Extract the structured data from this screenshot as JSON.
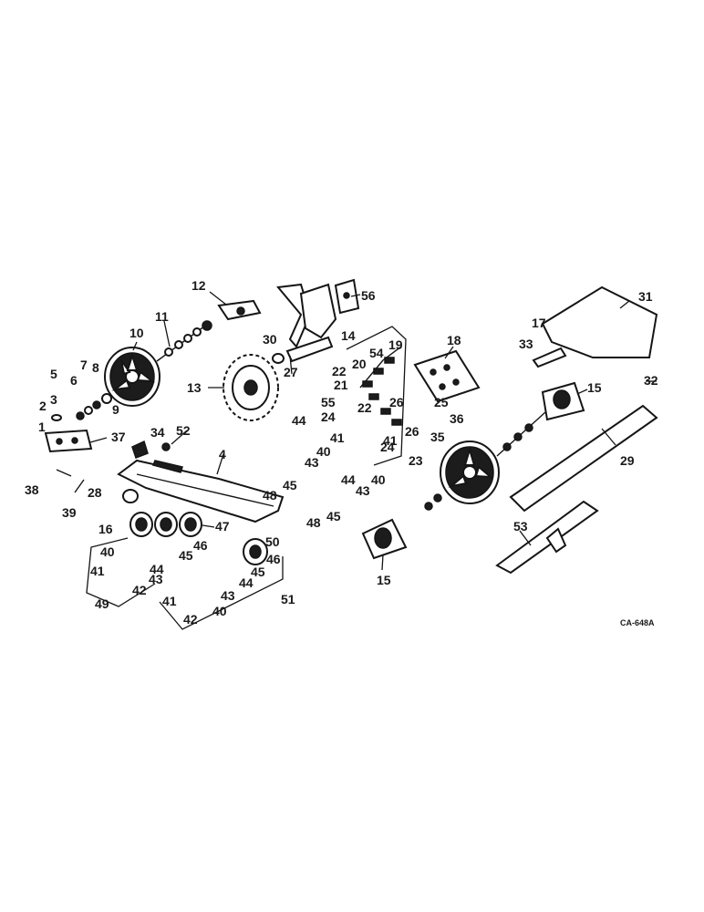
{
  "diagram_code": "CA-648A",
  "callouts": [
    "1",
    "2",
    "3",
    "4",
    "5",
    "6",
    "7",
    "8",
    "9",
    "10",
    "11",
    "12",
    "13",
    "14",
    "15",
    "15",
    "16",
    "17",
    "18",
    "19",
    "20",
    "21",
    "22",
    "22",
    "23",
    "24",
    "24",
    "25",
    "26",
    "26",
    "27",
    "28",
    "29",
    "30",
    "31",
    "32",
    "33",
    "34",
    "35",
    "36",
    "37",
    "38",
    "39",
    "40",
    "40",
    "40",
    "40",
    "41",
    "41",
    "41",
    "41",
    "42",
    "42",
    "43",
    "43",
    "43",
    "43",
    "44",
    "44",
    "44",
    "44",
    "45",
    "45",
    "45",
    "45",
    "46",
    "46",
    "47",
    "48",
    "48",
    "49",
    "50",
    "51",
    "52",
    "53",
    "54",
    "55",
    "56"
  ]
}
